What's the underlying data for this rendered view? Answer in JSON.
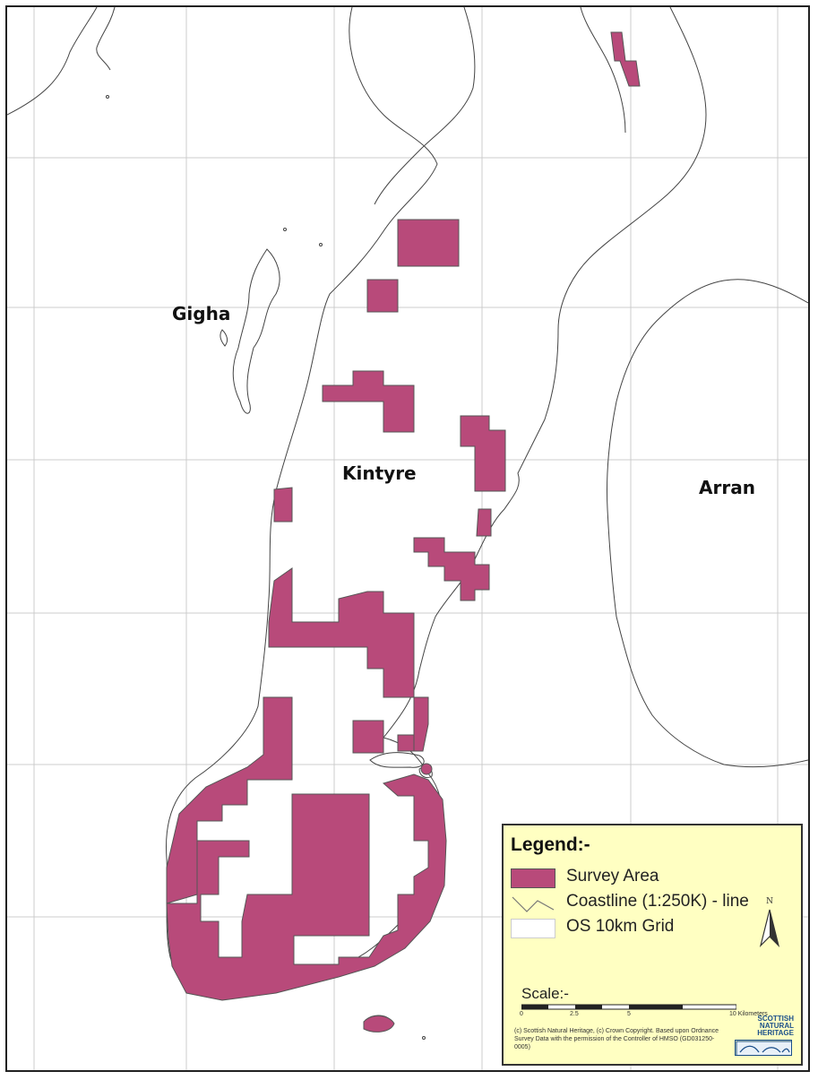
{
  "places": {
    "gigha": "Gigha",
    "kintyre": "Kintyre",
    "arran": "Arran"
  },
  "legend": {
    "title": "Legend:-",
    "items": [
      {
        "label": "Survey Area"
      },
      {
        "label": "Coastline (1:250K) - line"
      },
      {
        "label": "OS 10km Grid"
      }
    ],
    "north_label": "N",
    "scale_title": "Scale:-",
    "scale_ticks": [
      "0",
      "2.5",
      "5",
      "",
      "10 Kilometers"
    ],
    "copyright": "(c) Scottish Natural Heritage, (c) Crown Copyright. Based upon Ordnance Survey Data with the permission of the Controller of HMSO (GD031250-0005)",
    "org": "SCOTTISH NATURAL HERITAGE"
  },
  "colors": {
    "survey_fill": "#b84a7a",
    "coastline": "#444444",
    "grid": "#cccccc",
    "legend_bg": "#ffffc2",
    "org_blue": "#1b4f8a"
  }
}
